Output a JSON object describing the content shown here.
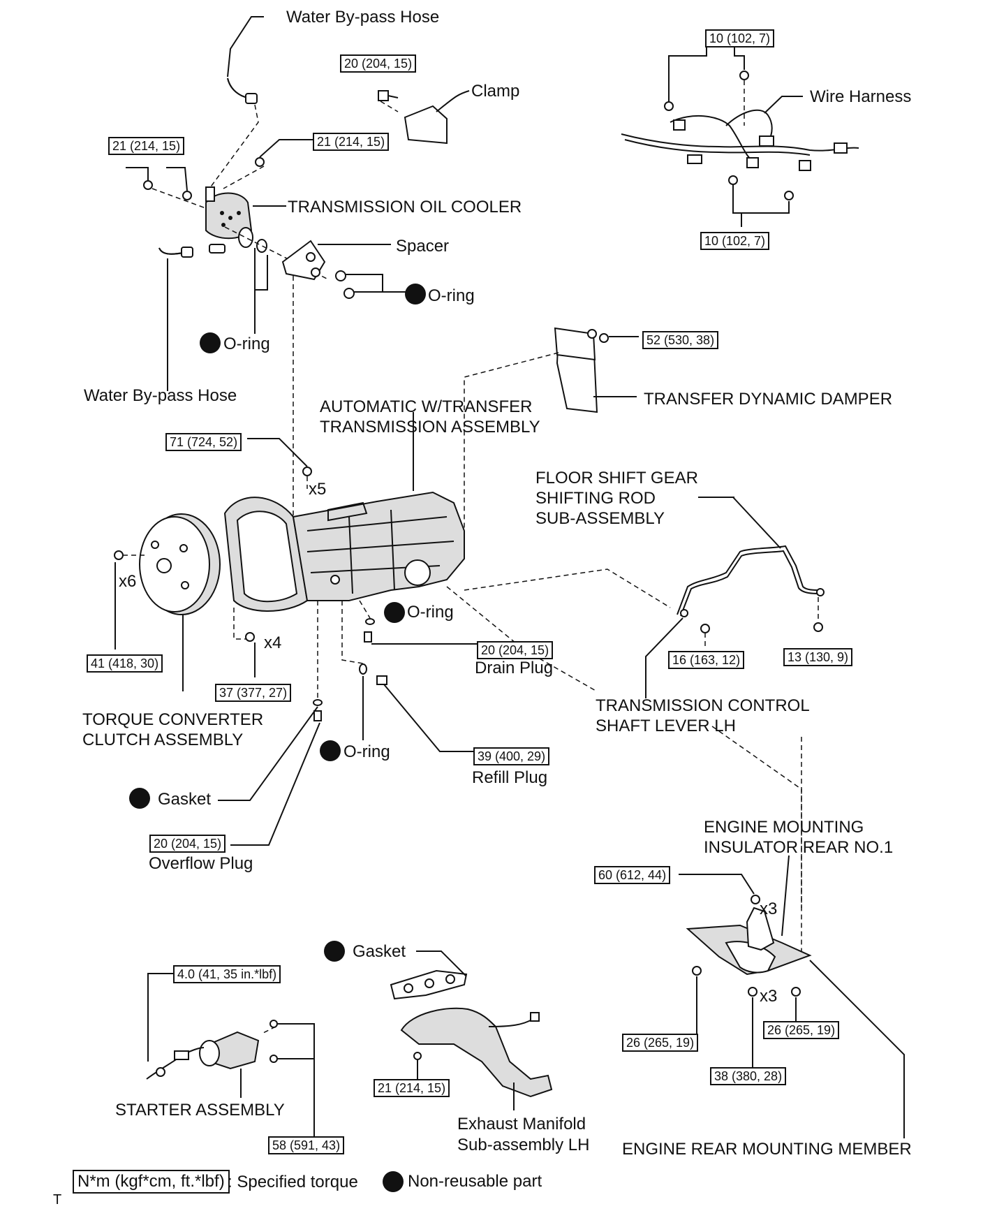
{
  "labels": {
    "water_bypass_hose_top": "Water By-pass Hose",
    "clamp": "Clamp",
    "wire_harness": "Wire Harness",
    "transmission_oil_cooler": "TRANSMISSION OIL COOLER",
    "spacer": "Spacer",
    "o_ring": "O-ring",
    "water_bypass_hose_bottom": "Water By-pass Hose",
    "transfer_dynamic_damper": "TRANSFER DYNAMIC DAMPER",
    "auto_trans_line1": "AUTOMATIC W/TRANSFER",
    "auto_trans_line2": "TRANSMISSION ASSEMBLY",
    "floor_shift_line1": "FLOOR SHIFT GEAR",
    "floor_shift_line2": "SHIFTING ROD",
    "floor_shift_line3": "SUB-ASSEMBLY",
    "x5": "x5",
    "x6": "x6",
    "x4": "x4",
    "x3": "x3",
    "drain_plug": "Drain Plug",
    "tcs_line1": "TRANSMISSION CONTROL",
    "tcs_line2": "SHAFT LEVER LH",
    "torque_conv_line1": "TORQUE CONVERTER",
    "torque_conv_line2": "CLUTCH ASSEMBLY",
    "refill_plug": "Refill Plug",
    "gasket": "Gasket",
    "overflow_plug": "Overflow Plug",
    "emi_line1": "ENGINE MOUNTING",
    "emi_line2": "INSULATOR REAR NO.1",
    "starter_assembly": "STARTER ASSEMBLY",
    "exhaust_line1": "Exhaust Manifold",
    "exhaust_line2": "Sub-assembly LH",
    "engine_rear_member": "ENGINE REAR MOUNTING MEMBER",
    "corner_mark": "T"
  },
  "torques": {
    "t_20_204_15_clamp": "20 (204, 15)",
    "t_21_214_15_left": "21 (214, 15)",
    "t_21_214_15_right": "21 (214, 15)",
    "t_10_102_7_top": "10 (102, 7)",
    "t_10_102_7_bottom": "10 (102, 7)",
    "t_52_530_38": "52 (530, 38)",
    "t_71_724_52": "71 (724, 52)",
    "t_20_204_15_drain": "20 (204, 15)",
    "t_16_163_12": "16 (163, 12)",
    "t_13_130_9": "13 (130, 9)",
    "t_41_418_30": "41 (418, 30)",
    "t_37_377_27": "37 (377, 27)",
    "t_39_400_29": "39 (400, 29)",
    "t_20_204_15_overflow": "20 (204, 15)",
    "t_60_612_44": "60 (612, 44)",
    "t_4_0": "4.0 (41, 35 in.*lbf)",
    "t_21_214_15_exhaust": "21 (214, 15)",
    "t_26_265_19_left": "26 (265, 19)",
    "t_26_265_19_right": "26 (265, 19)",
    "t_38_380_28": "38 (380, 28)",
    "t_58_591_43": "58 (591, 43)"
  },
  "legend": {
    "unit_box": "N*m (kgf*cm, ft.*lbf)",
    "specified_torque": ": Specified torque",
    "non_reusable": "Non-reusable part"
  },
  "icons": {
    "non_reusable_marker": "filled-circle-icon"
  }
}
